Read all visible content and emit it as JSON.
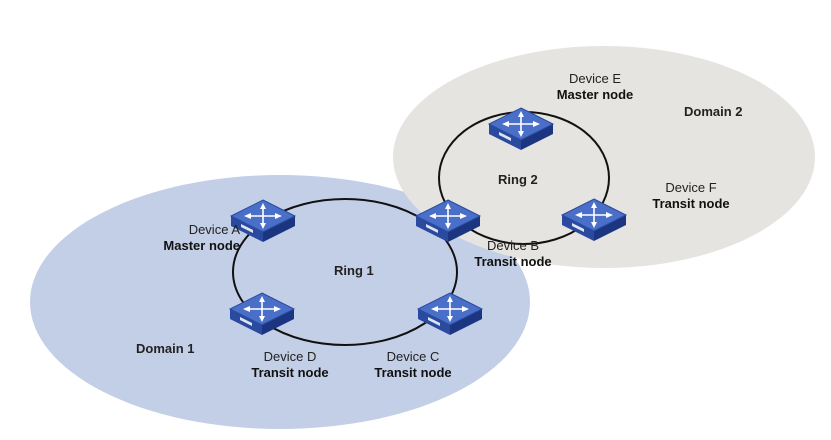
{
  "colors": {
    "domain1_fill": "#c3cfe6",
    "domain2_fill": "#e6e4e1",
    "ring_stroke": "#111111",
    "switch_top": "#4a6fc9",
    "switch_front": "#2a4aa0",
    "switch_side": "#1c3580"
  },
  "icon": "ethernet-switch-icon",
  "domains": [
    {
      "id": "domain1",
      "label": "Domain 1"
    },
    {
      "id": "domain2",
      "label": "Domain 2"
    }
  ],
  "rings": [
    {
      "id": "ring1",
      "label": "Ring 1"
    },
    {
      "id": "ring2",
      "label": "Ring 2"
    }
  ],
  "devices": [
    {
      "id": "A",
      "name": "Device A",
      "role": "Master node"
    },
    {
      "id": "B",
      "name": "Device B",
      "role": "Transit node"
    },
    {
      "id": "C",
      "name": "Device C",
      "role": "Transit node"
    },
    {
      "id": "D",
      "name": "Device D",
      "role": "Transit node"
    },
    {
      "id": "E",
      "name": "Device E",
      "role": "Master node"
    },
    {
      "id": "F",
      "name": "Device F",
      "role": "Transit node"
    }
  ]
}
